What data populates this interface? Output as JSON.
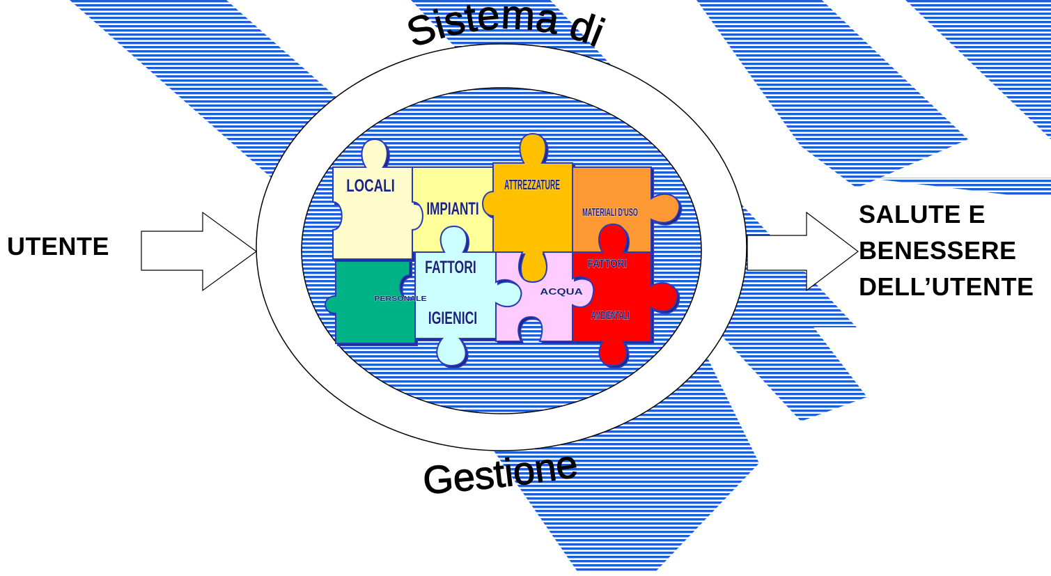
{
  "title": {
    "top": "Sistema di",
    "bottom": "Gestione"
  },
  "input_label": "UTENTE",
  "output_label": {
    "line1": "SALUTE E",
    "line2": "BENESSERE",
    "line3": "DELL’UTENTE"
  },
  "pieces": {
    "locali": "LOCALI",
    "impianti": "IMPIANTI",
    "attrezzature": "ATTREZZATURE",
    "materiali": "MATERIALI D'USO",
    "personale": "PERSONALE",
    "fattori_igienici_1": "FATTORI",
    "fattori_igienici_2": "IGIENICI",
    "acqua": "ACQUA",
    "fattori_ambientali_1": "FATTORI",
    "fattori_ambientali_2": "AMBIENTALI"
  },
  "colors": {
    "stripe": "#1f5fd6",
    "locali": "#fffccc",
    "impianti": "#ffff99",
    "attrezzature": "#ffc000",
    "materiali": "#ff9933",
    "personale": "#00b386",
    "fattori_igienici": "#ccffff",
    "acqua": "#ffccff",
    "fattori_ambientali": "#ff0000",
    "piece_text": "#1a237e"
  }
}
